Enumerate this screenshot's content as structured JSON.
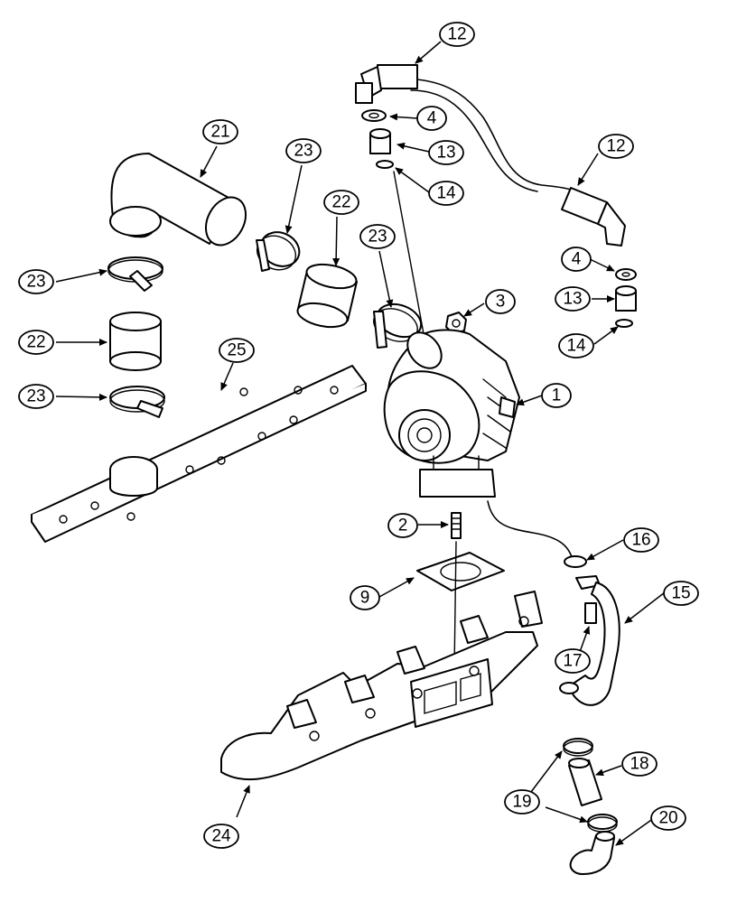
{
  "callouts": {
    "c12a": "12",
    "c4a": "4",
    "c13a": "13",
    "c14a": "14",
    "c12b": "12",
    "c4b": "4",
    "c13b": "13",
    "c14b": "14",
    "c21": "21",
    "c23a": "23",
    "c22a": "22",
    "c23b": "23",
    "c3": "3",
    "c23c": "23",
    "c22b": "22",
    "c23d": "23",
    "c25": "25",
    "c1": "1",
    "c2": "2",
    "c16": "16",
    "c9": "9",
    "c15": "15",
    "c17": "17",
    "c18": "18",
    "c19": "19",
    "c20": "20",
    "c24": "24"
  }
}
